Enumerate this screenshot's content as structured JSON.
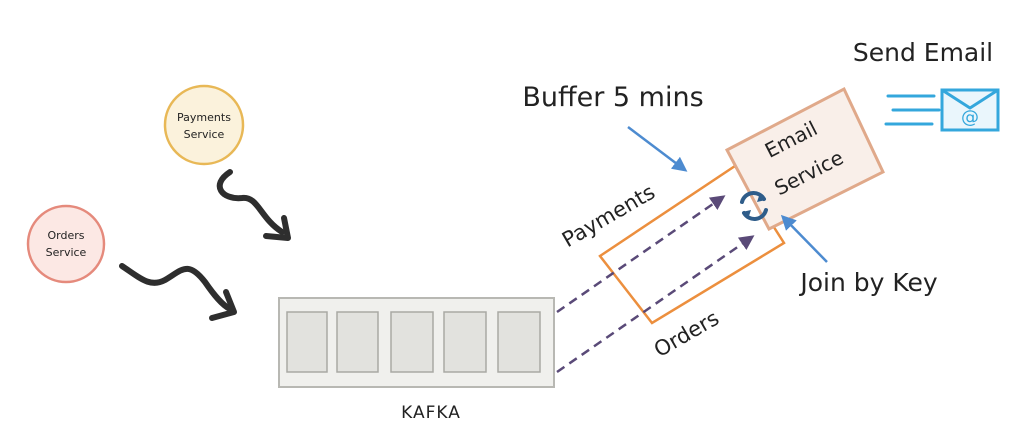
{
  "nodes": {
    "payments_service": {
      "line1": "Payments",
      "line2": "Service"
    },
    "orders_service": {
      "line1": "Orders",
      "line2": "Service"
    },
    "email_service": {
      "line1": "Email",
      "line2": "Service"
    },
    "kafka": {
      "label": "KAFKA"
    }
  },
  "labels": {
    "send_email": "Send Email",
    "buffer": "Buffer 5 mins",
    "payments_stream": "Payments",
    "orders_stream": "Orders",
    "join": "Join by Key"
  },
  "icons": {
    "email": "envelope-at-icon",
    "sync": "sync-icon"
  },
  "colors": {
    "payments_circle_fill": "#fbf2dc",
    "payments_circle_stroke": "#e8b856",
    "orders_circle_fill": "#fce8e4",
    "orders_circle_stroke": "#e58a7c",
    "kafka_fill": "#f0f0ed",
    "kafka_stroke": "#b8b8b3",
    "buffer_stroke": "#ec8f3e",
    "email_service_fill": "#f9efe9",
    "email_service_stroke": "#e0a98a",
    "dashed_arrow": "#5a4a78",
    "pointer_arrow": "#4d8bd0",
    "email_icon": "#34a7dc",
    "sync_icon": "#2f5d8a"
  }
}
